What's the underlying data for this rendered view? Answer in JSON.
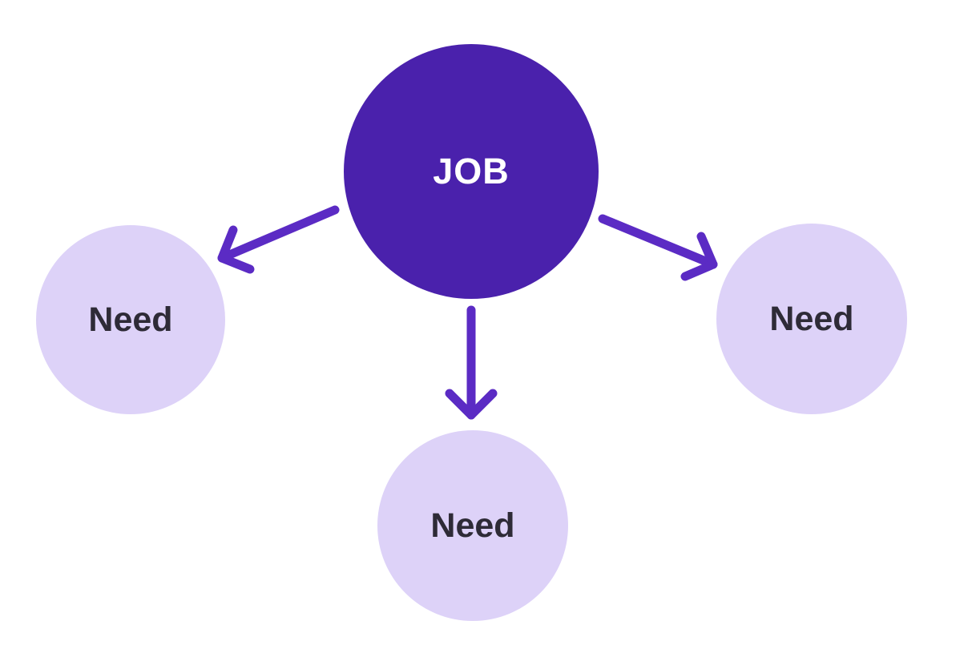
{
  "diagram": {
    "title": "job-to-needs-diagram",
    "colors": {
      "background": "#FFFFFF",
      "primary_node_fill": "#4A21AC",
      "secondary_node_fill": "#DDD2F8",
      "arrow": "#5B2BC4",
      "primary_node_text": "#FFFFFF",
      "secondary_node_text": "#2E2B37"
    },
    "nodes": {
      "job": {
        "label": "JOB"
      },
      "need_left": {
        "label": "Need"
      },
      "need_bottom": {
        "label": "Need"
      },
      "need_right": {
        "label": "Need"
      }
    },
    "edges": [
      {
        "from": "job",
        "to": "need_left"
      },
      {
        "from": "job",
        "to": "need_bottom"
      },
      {
        "from": "job",
        "to": "need_right"
      }
    ]
  }
}
